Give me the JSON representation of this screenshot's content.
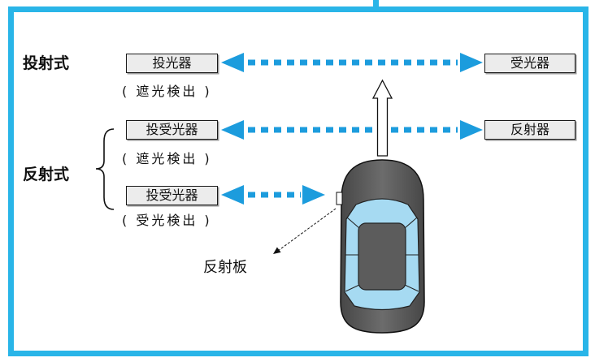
{
  "diagram": {
    "methods": {
      "through_beam": "投射式",
      "reflective": "反射式"
    },
    "rows": [
      {
        "emitter": "投光器",
        "detection": "( 遮光検出 )",
        "receiver": "受光器"
      },
      {
        "emitter": "投受光器",
        "detection": "( 遮光検出 )",
        "receiver": "反射器"
      },
      {
        "emitter": "投受光器",
        "detection": "( 受光検出 )"
      }
    ],
    "reflector_plate_label": "反射板",
    "colors": {
      "frame": "#29B5E8",
      "beam": "#1C9CDD",
      "glass": "#A6DAF2",
      "car_body": "#5C5C5C"
    }
  }
}
